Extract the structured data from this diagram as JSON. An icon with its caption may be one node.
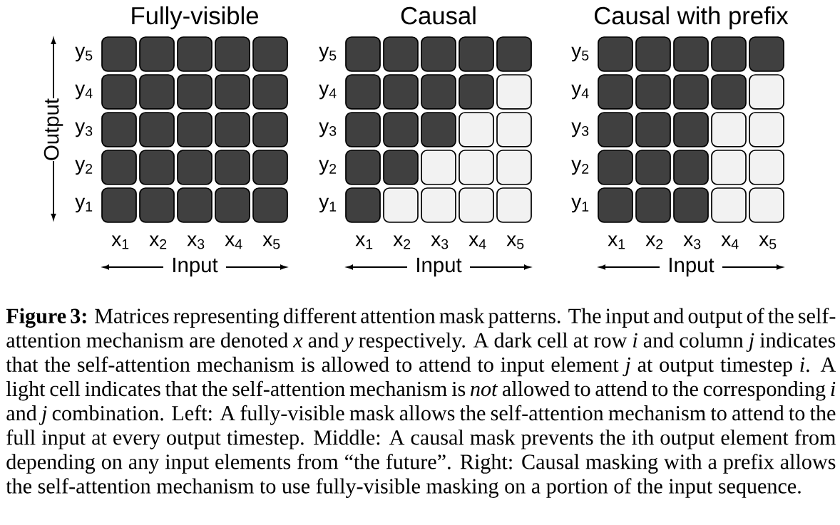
{
  "diagram": {
    "caption": "**Figure 3:** Matrices representing different attention mask patterns. The input and output of the self-attention mechanism are denoted *x* and *y* respectively. A dark cell at row *i* and column *j* indicates that the self-attention mechanism is allowed to attend to input element *j* at output timestep *i*. A light cell indicates that the self-attention mechanism is *not* allowed to attend to the corresponding *i* and *j* combination. Left: A fully-visible mask allows the self-attention mechanism to attend to the full input at every output timestep. Middle: A causal mask prevents the ith output element from depending on any input elements from “the future”. Right: Causal masking with a prefix allows the self-attention mechanism to use fully-visible masking on a portion of the input sequence.",
    "labels": [
      "Fully-visible",
      "Causal",
      "Causal with prefix",
      "Output",
      "y$_{5}$",
      "y$_{4}$",
      "y$_{3}$",
      "y$_{2}$",
      "y$_{1}$",
      "x$_{1}$",
      "x$_{2}$",
      "x$_{3}$",
      "x$_{4}$",
      "x$_{5}$",
      "Input",
      "y$_{5}$",
      "y$_{4}$",
      "y$_{3}$",
      "y$_{2}$",
      "y$_{1}$",
      "x$_{1}$",
      "x$_{2}$",
      "x$_{3}$",
      "x$_{4}$",
      "x$_{5}$",
      "Input",
      "y$_{5}$",
      "y$_{4}$",
      "y$_{3}$",
      "y$_{2}$",
      "y$_{1}$",
      "x$_{1}$",
      "x$_{2}$",
      "x$_{3}$",
      "x$_{4}$",
      "x$_{5}$",
      "Input"
    ]
  }
}
